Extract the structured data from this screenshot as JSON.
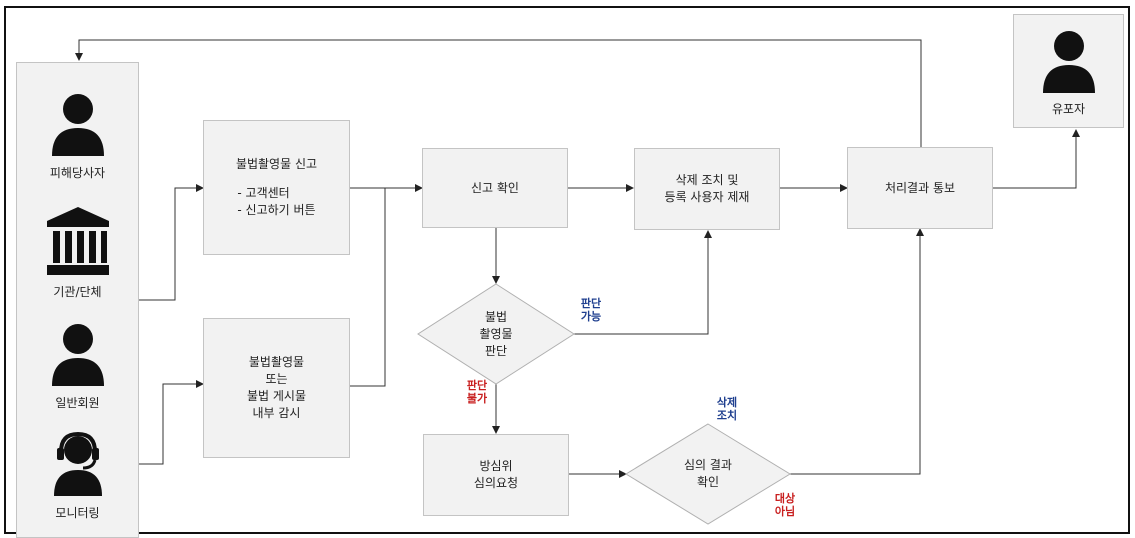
{
  "actors": [
    {
      "icon": "person-icon",
      "label": "피해당사자"
    },
    {
      "icon": "institution-icon",
      "label": "기관/단체"
    },
    {
      "icon": "person-icon",
      "label": "일반회원"
    },
    {
      "icon": "headset-operator-icon",
      "label": "모니터링"
    }
  ],
  "report_box": {
    "title": "불법촬영물 신고",
    "items": [
      "-   고객센터",
      "-   신고하기 버튼"
    ]
  },
  "monitor_box": {
    "lines": [
      "불법촬영물",
      "또는",
      "불법 게시물",
      "내부 감시"
    ]
  },
  "confirm_box": {
    "label": "신고 확인"
  },
  "delete_box": {
    "lines": [
      "삭제 조치 및",
      "등록 사용자 제재"
    ]
  },
  "result_box": {
    "label": "처리결과 통보"
  },
  "review_box": {
    "lines": [
      "방심위",
      "심의요청"
    ]
  },
  "decision1": {
    "lines": [
      "불법",
      "촬영물",
      "판단"
    ]
  },
  "decision2": {
    "lines": [
      "심의 결과",
      "확인"
    ]
  },
  "edges": {
    "judgeable": [
      "판단",
      "가능"
    ],
    "not_judgeable": [
      "판단",
      "불가"
    ],
    "delete_action": [
      "삭제",
      "조치"
    ],
    "not_target": [
      "대상",
      "아님"
    ]
  },
  "distributor": {
    "icon": "person-icon",
    "label": "유포자"
  },
  "colors": {
    "box_fill": "#f2f2f2",
    "box_border": "#c4c4c4",
    "positive": "#1f3f8f",
    "negative": "#c81e1e"
  }
}
